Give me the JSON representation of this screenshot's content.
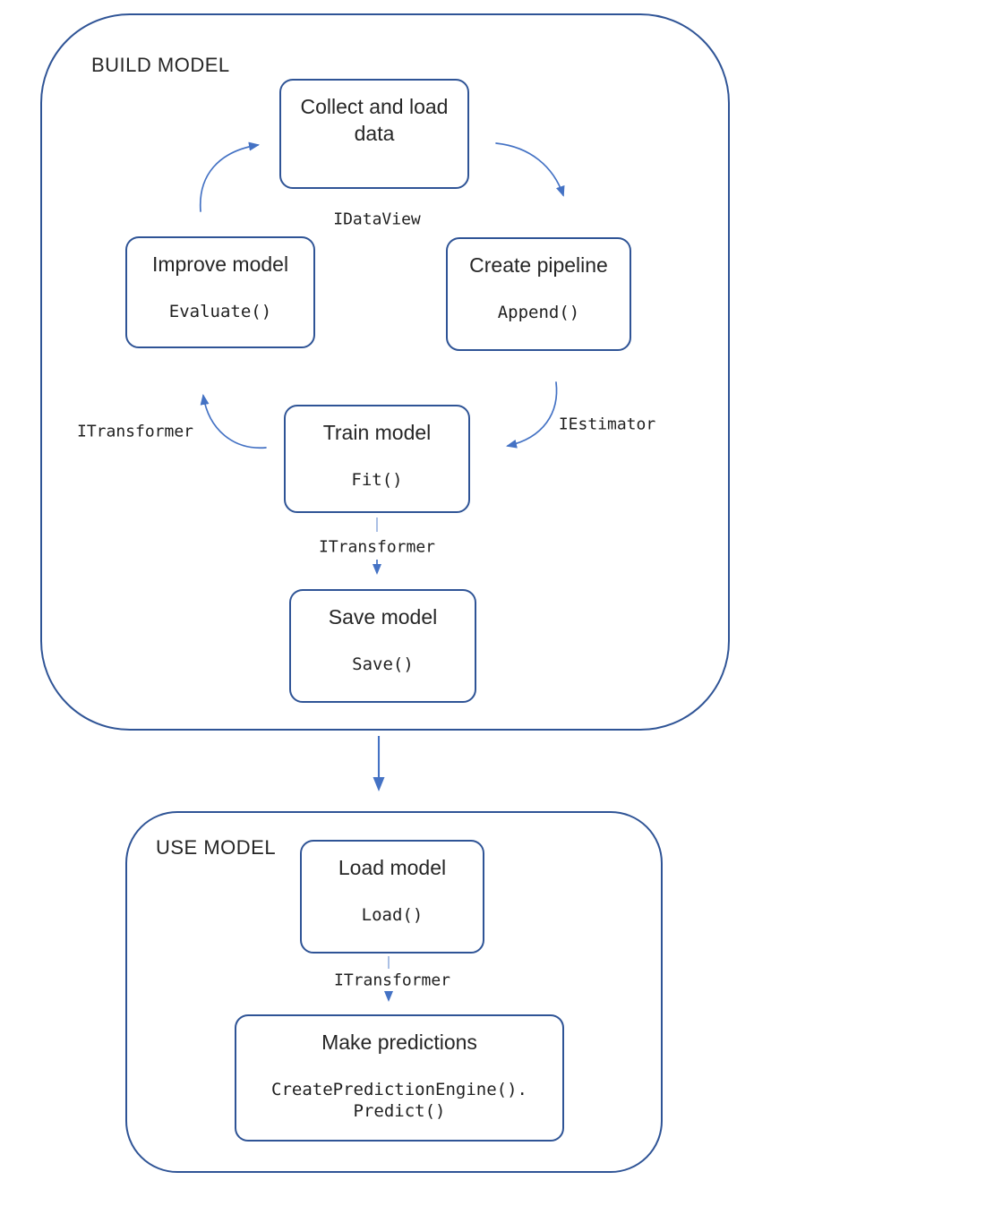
{
  "colors": {
    "node_border": "#2F5496",
    "container_border": "#2F5496",
    "arrow": "#4472C4",
    "arrow_light": "#8FAADC",
    "text": "#262626",
    "code_text": "#1f1f1f",
    "bg": "#ffffff"
  },
  "sections": {
    "build": {
      "label": "BUILD MODEL"
    },
    "use": {
      "label": "USE MODEL"
    }
  },
  "nodes": {
    "collect": {
      "title": "Collect and load data"
    },
    "improve": {
      "title": "Improve model",
      "code": "Evaluate()"
    },
    "pipeline": {
      "title": "Create pipeline",
      "code": "Append()"
    },
    "train": {
      "title": "Train model",
      "code": "Fit()"
    },
    "save": {
      "title": "Save model",
      "code": "Save()"
    },
    "load": {
      "title": "Load model",
      "code": "Load()"
    },
    "predict": {
      "title": "Make predictions",
      "code_line_1": "CreatePredictionEngine().",
      "code_line_2": "Predict()"
    }
  },
  "edge_labels": {
    "idataview": "IDataView",
    "iestimator": "IEstimator",
    "itransformer_left": "ITransformer",
    "itransformer_mid": "ITransformer",
    "itransformer_bottom": "ITransformer"
  }
}
